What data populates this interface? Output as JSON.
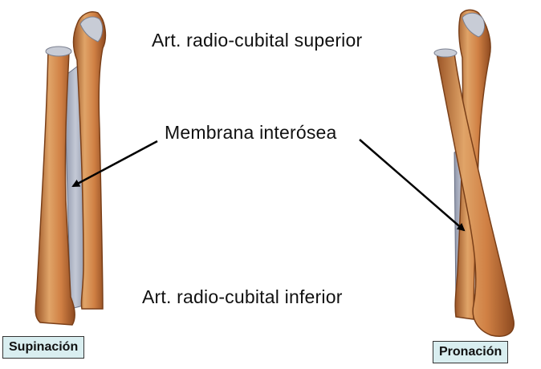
{
  "labels": {
    "superior": "Art. radio-cubital superior",
    "membrane": "Membrana interósea",
    "inferior": "Art. radio-cubital inferior"
  },
  "tags": {
    "supination": "Supinación",
    "pronation": "Pronación"
  },
  "colors": {
    "bone": "#d4894a",
    "bone_dark": "#9a5426",
    "bone_light": "#f0c08c",
    "cartilage": "#c8ccd6",
    "membrane": "#a7aec0",
    "tag_bg": "#d9eef0",
    "arrow": "#000000"
  }
}
